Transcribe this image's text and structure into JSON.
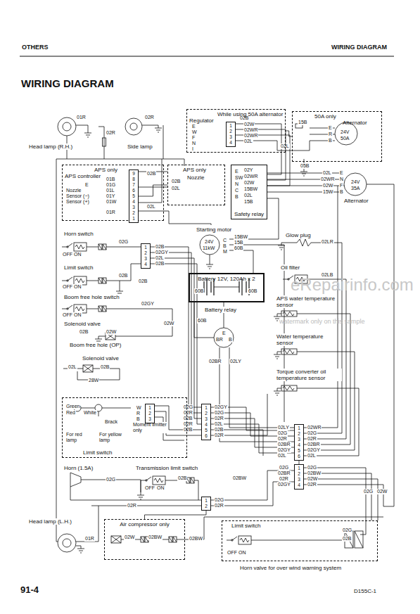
{
  "diagram": {
    "title": "WIRING DIAGRAM",
    "nodes": [
      {
        "text": [
          "While using 50A alternator",
          "Regulator"
        ]
      },
      {
        "text": [
          "50A only",
          "Alternator"
        ]
      },
      {
        "text": [
          "1",
          "2",
          "3",
          "4"
        ],
        "in": 0
      },
      {
        "text": [
          "APS only",
          "APS controller"
        ]
      },
      {
        "text": [
          "9",
          "8",
          "7",
          "6",
          "5",
          "4",
          "3",
          "2",
          "1"
        ],
        "in": 3
      },
      {
        "text": [
          "APS only",
          "Nozzle"
        ]
      },
      {
        "text": [
          "Safety relay"
        ]
      },
      {
        "text": [
          "Battery 12V, 120Ah x 2"
        ]
      },
      {
        "text": [
          "1",
          "2",
          "3",
          "4"
        ]
      },
      {
        "text": [
          "Limit switch"
        ]
      },
      {
        "text": [
          "1",
          "2",
          "3"
        ],
        "in": 9
      },
      {
        "text": [
          "1",
          "2",
          "3",
          "4",
          "5",
          "6"
        ]
      },
      {
        "text": [
          "1",
          "2",
          "3",
          "4",
          "5",
          "6"
        ]
      },
      {
        "text": [
          "1",
          "2",
          "3",
          "4"
        ]
      },
      {
        "text": [
          "1",
          "2"
        ]
      },
      {
        "text": [
          "Air compressor only"
        ]
      },
      {
        "text": [
          "Limit switch"
        ]
      }
    ],
    "edges": [
      {
        "from": 0,
        "to": 1,
        "arrow": "none"
      },
      {
        "from": 4,
        "to": 5,
        "arrow": "none"
      },
      {
        "from": 12,
        "to": 13,
        "arrow": "none"
      },
      {
        "from": 14,
        "to": 15,
        "arrow": "none"
      }
    ],
    "labels": [
      "OTHERS",
      "WIRING DIAGRAM",
      "eRepairinfo.com",
      "watermark only on this sample",
      "91-4",
      "D155C-1",
      "01R",
      "02R",
      "Head lamp (R.H.)",
      "02R",
      "Side lamp",
      "02B",
      "E",
      "W",
      "F",
      "N",
      "I",
      "02W",
      "02WR",
      "02WR",
      "02L",
      "15B",
      "24V",
      "50A",
      "E",
      "R",
      "B",
      "02L",
      "05B",
      "02L",
      "02WR",
      "02W",
      "15W",
      "24V",
      "35A",
      "E",
      "N",
      "F",
      "B",
      "Alternator",
      "E",
      "SW",
      "N",
      "C",
      "B",
      "02Y",
      "02WR",
      "02W",
      "15BW",
      "02L",
      "15B",
      "01B",
      "01G",
      "01L",
      "01Y",
      "01W",
      "E",
      "Nozzle",
      "Sensor (−)",
      "Sensor (+)",
      "01R",
      "02B",
      "02L",
      "02B",
      "02L",
      "Starting motor",
      "24V",
      "11kW",
      "C",
      "B",
      "M",
      "15BW",
      "15B",
      "60B",
      "60B",
      "60B",
      "60B",
      "Battery relay",
      "E",
      "BR",
      "B",
      "02BR",
      "02LY",
      "Glow plug",
      "02LR",
      "Oil filter",
      "02LB",
      "APS water temperature sensor",
      "Water temperature sensor",
      "Torque converter oil temperature sensor",
      "Horn switch",
      "OFF",
      "ON",
      "02G",
      "Limit switch",
      "OFF",
      "ON",
      "02B",
      "02B",
      "Boom free hole switch",
      "OFF",
      "ON",
      "02GY",
      "02W",
      "Solenoid valve",
      "02B",
      "02W",
      "Boom free hole (OP)",
      "Solenoid valve",
      "02L",
      "02B",
      "28W",
      "02B",
      "02GY",
      "02L",
      "02B",
      "Green",
      "Red",
      "White",
      "W",
      "R",
      "B",
      "Brack",
      "Moment limitter only",
      "For red lamp",
      "For yellow lamp",
      "02G",
      "02R",
      "02B",
      "02R",
      "02B",
      "02GY",
      "02G",
      "02R",
      "02L",
      "02B",
      "02R",
      "02LY",
      "02G",
      "02R",
      "02BR",
      "02GY",
      "02L",
      "02WR",
      "02G",
      "02R",
      "02BR",
      "02GY",
      "02L",
      "02G",
      "02BR",
      "02R",
      "02GY",
      "02G",
      "02BW",
      "02W",
      "02R",
      "Horn (1.5A)",
      "02G",
      "Transmission limit switch",
      "OFF",
      "ON",
      "02B",
      "02BW",
      "02G",
      "02R",
      "02R",
      "Head lamp (L.H.)",
      "01R",
      "02W",
      "02BW",
      "02BW",
      "OFF",
      "ON",
      "02G",
      "02B",
      "Horn valve for over wind warning system",
      "02G",
      "02W"
    ]
  }
}
